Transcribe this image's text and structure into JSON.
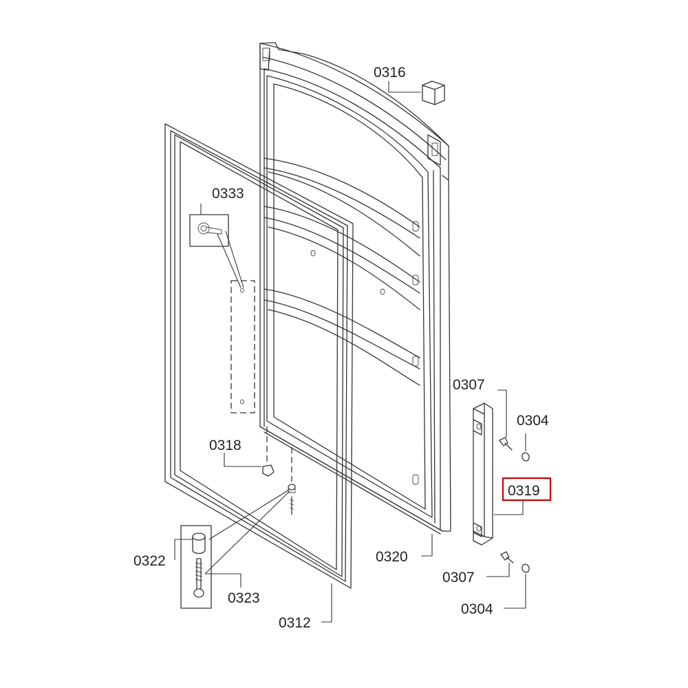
{
  "labels": {
    "l0316": "0316",
    "l0333": "0333",
    "l0318": "0318",
    "l0307a": "0307",
    "l0304a": "0304",
    "l0319": "0319",
    "l0320": "0320",
    "l0322": "0322",
    "l0323": "0323",
    "l0307b": "0307",
    "l0312": "0312",
    "l0304b": "0304"
  },
  "highlight": {
    "part": "0319",
    "color": "#cc0000"
  },
  "colors": {
    "line": "#333333",
    "background": "#ffffff"
  }
}
